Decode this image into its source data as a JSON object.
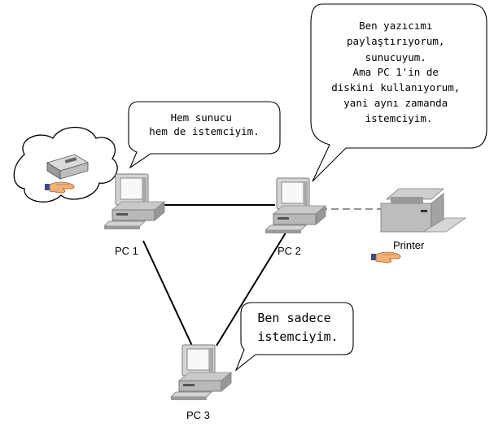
{
  "nodes": {
    "pc1": {
      "label": "PC 1"
    },
    "pc2": {
      "label": "PC 2"
    },
    "pc3": {
      "label": "PC 3"
    },
    "printer": {
      "label": "Printer"
    }
  },
  "bubbles": {
    "pc1": {
      "lines": [
        "Hem sunucu",
        "hem de istemciyim."
      ]
    },
    "pc2": {
      "lines": [
        "Ben yazıcımı",
        "paylaştırıyorum,",
        "sunucuyum.",
        "Ama PC 1'in de",
        "diskini kullanıyorum,",
        "yani aynı zamanda",
        "istemciyim."
      ]
    },
    "pc3": {
      "lines": [
        "Ben sadece",
        "istemciyim."
      ]
    }
  },
  "connections": [
    {
      "from": "PC 1",
      "to": "PC 2",
      "style": "solid"
    },
    {
      "from": "PC 1",
      "to": "PC 3",
      "style": "solid"
    },
    {
      "from": "PC 2",
      "to": "PC 3",
      "style": "solid"
    },
    {
      "from": "PC 2",
      "to": "Printer",
      "style": "dashed"
    }
  ],
  "icons": {
    "shared_disk": "shared-drive-cloud-icon",
    "shared_printer": "sharing-hand-icon"
  }
}
